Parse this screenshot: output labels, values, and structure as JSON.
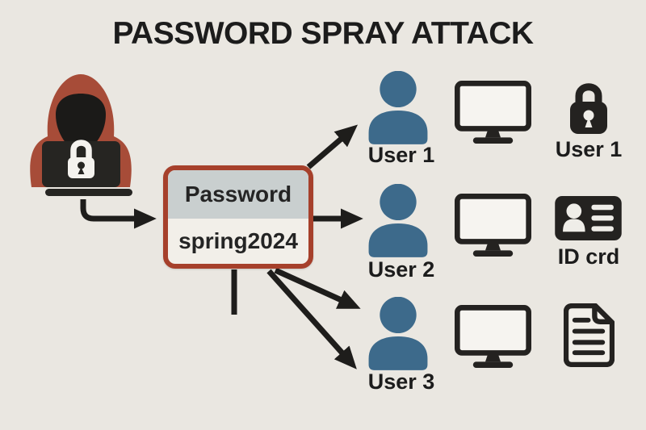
{
  "title": "PASSWORD SPRAY ATTACK",
  "attacker": {
    "icon": "hooded-hacker-icon"
  },
  "password_box": {
    "label": "Password",
    "value": "spring2024"
  },
  "rows": [
    {
      "user_label": "User 1",
      "user_icon": "person-icon",
      "device_icon": "monitor-icon",
      "asset_icon": "padlock-icon",
      "asset_label": "User 1"
    },
    {
      "user_label": "User 2",
      "user_icon": "person-icon",
      "device_icon": "monitor-icon",
      "asset_icon": "id-card-icon",
      "asset_label": "ID crd"
    },
    {
      "user_label": "User 3",
      "user_icon": "person-icon",
      "device_icon": "monitor-icon",
      "asset_icon": "document-icon",
      "asset_label": ""
    }
  ],
  "colors": {
    "background": "#EAE7E1",
    "title_text": "#1C1C1C",
    "hood_red": "#A74C38",
    "box_border": "#A6402B",
    "box_top_fill": "#C9CFCF",
    "box_bottom_fill": "#F2EFE9",
    "person_blue": "#3D6A8B",
    "icon_dark": "#242220",
    "arrow": "#1E1D1B"
  }
}
